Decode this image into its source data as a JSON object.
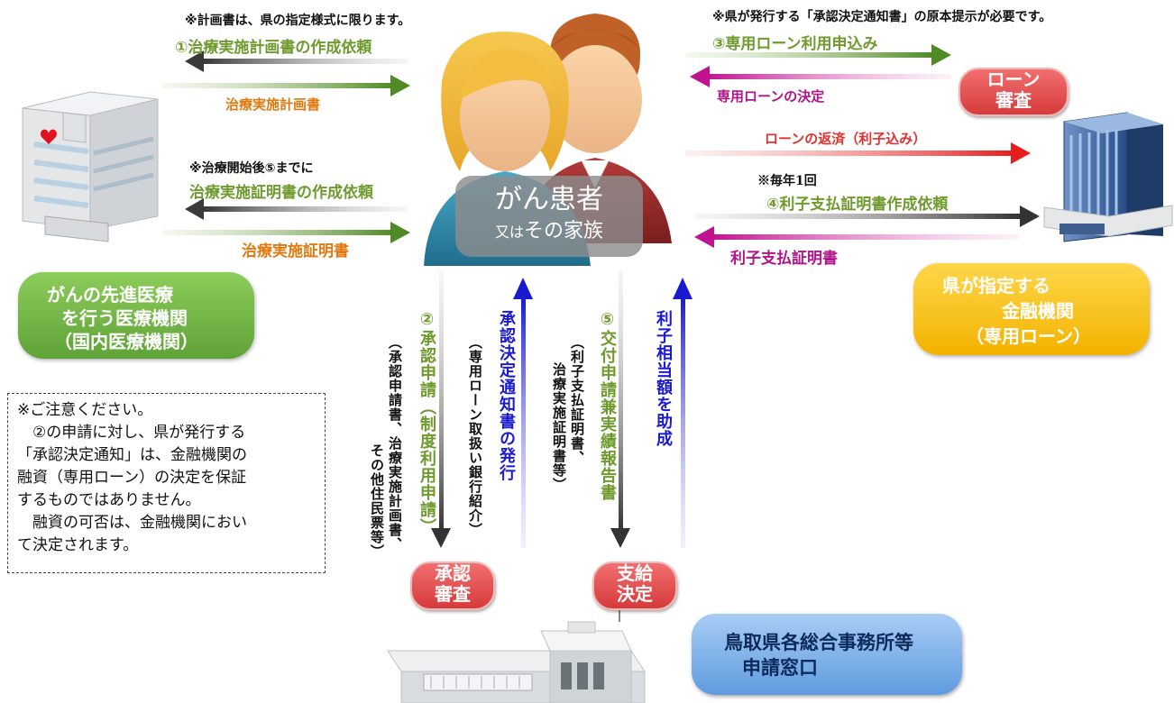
{
  "notes": {
    "plan_format": "※計画書は、県の指定様式に限ります。",
    "original_notice": "※県が発行する「承認決定通知書」の原本提示が必要です。",
    "treatment_start": "※治療開始後⑤までに",
    "yearly": "※毎年1回"
  },
  "flows": {
    "plan_request": "①治療実施計画書の作成依頼",
    "plan_doc": "治療実施計画書",
    "proof_request": "治療実施証明書の作成依頼",
    "proof_doc": "治療実施証明書",
    "loan_apply": "③専用ローン利用申込み",
    "loan_decision": "専用ローンの決定",
    "repayment": "ローンの返済（利子込み）",
    "interest_request": "④利子支払証明書作成依頼",
    "interest_doc": "利子支払証明書"
  },
  "vertical": {
    "approval_apply": "②承認申請（制度利用申請）",
    "approval_docs": "（承認申請書、治療実施計画書、",
    "approval_docs2": "その他住民票等）",
    "approval_issue": "承認決定通知書の発行",
    "bank_intro": "（専用ローン取扱い銀行紹介）",
    "grant_apply": "⑤交付申請兼実績報告書",
    "grant_docs": "（利子支払証明書、",
    "grant_docs2": "治療実施証明書等）",
    "subsidy": "利子相当額を助成"
  },
  "patient": {
    "line1": "がん患者",
    "line2a": "又は",
    "line2b": "その家族"
  },
  "pills": {
    "loan_review_1": "ローン",
    "loan_review_2": "審査",
    "approval_review_1": "承認",
    "approval_review_2": "審査",
    "payment_decision_1": "支給",
    "payment_decision_2": "決定"
  },
  "boxes": {
    "hospital_1": "がんの先進医療",
    "hospital_2": "を行う医療機関",
    "hospital_3": "（国内医療機関）",
    "bank_1": "県が指定する",
    "bank_2": "金融機関",
    "bank_3": "（専用ローン）",
    "office_1": "鳥取県各総合事務所等",
    "office_2": "申請窓口"
  },
  "caution": [
    "※ご注意ください。",
    "　②の申請に対し、県が発行する",
    "「承認決定通知」は、金融機関の",
    "融資（専用ローン）の決定を保証",
    "するものではありません。",
    "　融資の可否は、金融機関におい",
    "て決定されます。"
  ],
  "colors": {
    "arrow_dark": "#4a4a4a",
    "arrow_green": "#5a8c2a",
    "arrow_magenta": "#c0148f",
    "arrow_red": "#e61e1e",
    "arrow_blue": "#1a1ad0"
  }
}
